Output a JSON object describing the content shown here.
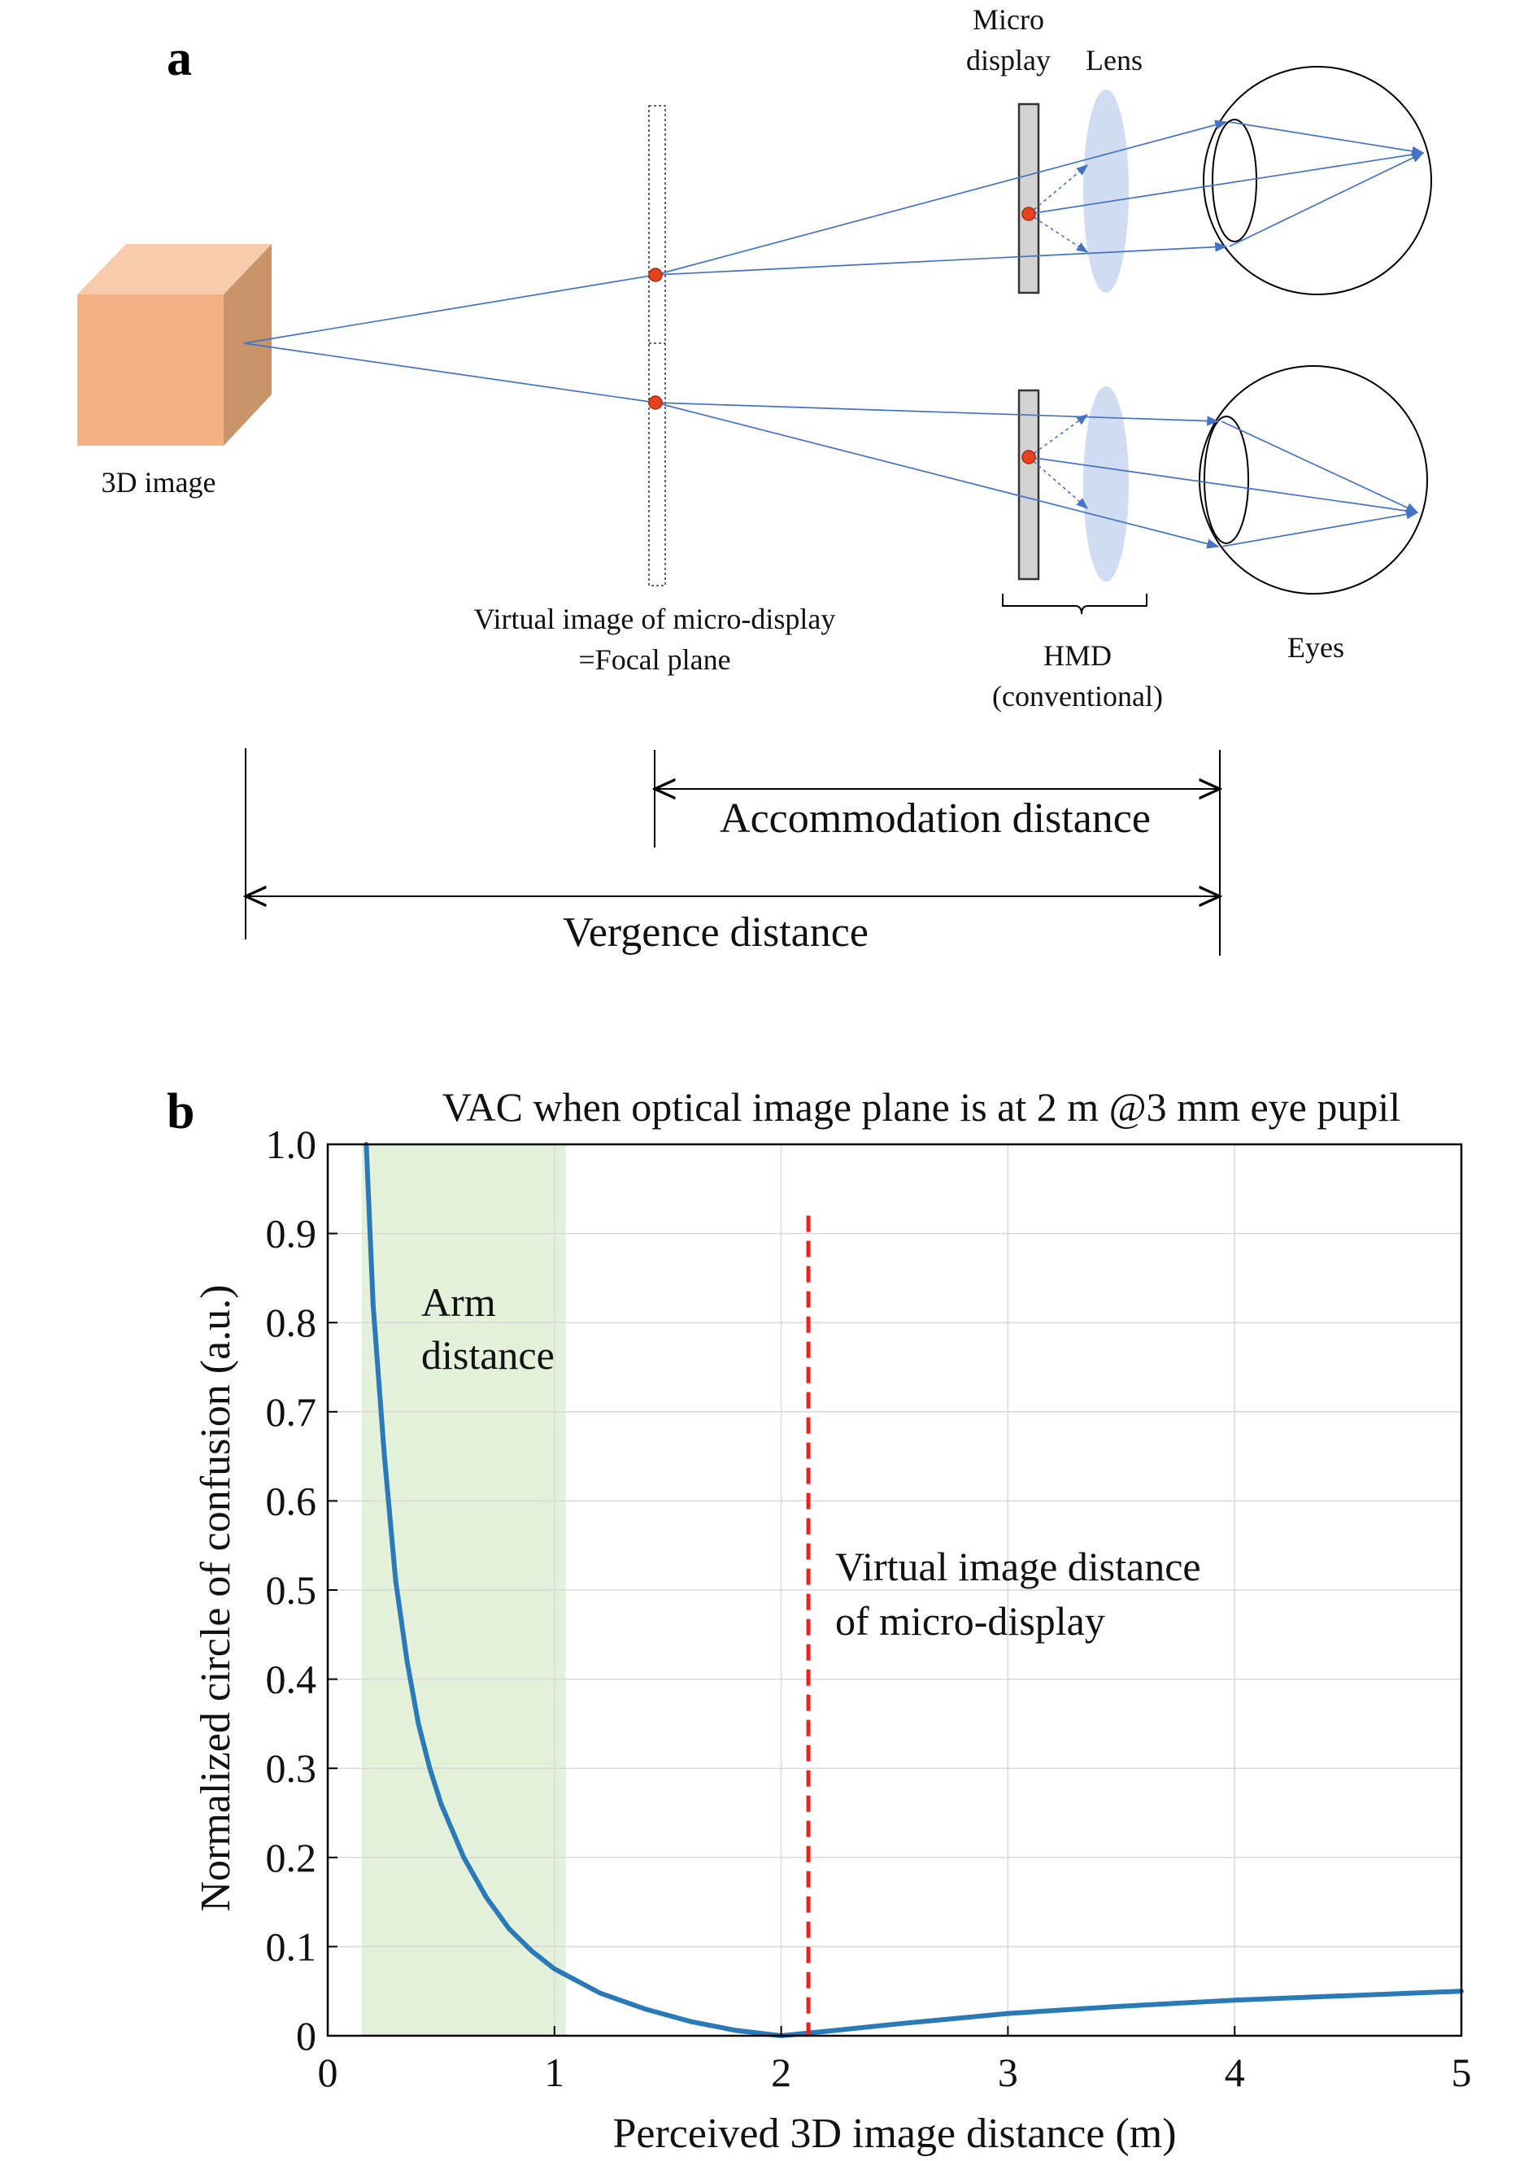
{
  "panel_a": {
    "letter": "a",
    "micro_display_label_1": "Micro",
    "micro_display_label_2": "display",
    "lens_label": "Lens",
    "image_label": "3D image",
    "virtual_image_label_1": "Virtual image of micro-display",
    "virtual_image_label_2": "=Focal plane",
    "hmd_label_1": "HMD",
    "hmd_label_2": "(conventional)",
    "eyes_label": "Eyes",
    "accommodation_label": "Accommodation distance",
    "vergence_label": "Vergence distance",
    "colors": {
      "cube_front": "#f4b183",
      "cube_top": "#f8cbad",
      "cube_side": "#c9946a",
      "ray": "#4472c4",
      "lens": "#c7d6ee",
      "focus_point": "#e8411e"
    }
  },
  "panel_b": {
    "letter": "b",
    "title": "VAC when optical image plane is at 2 m @3 mm eye pupil",
    "arm_label_1": "Arm",
    "arm_label_2": "distance",
    "virtual_label_1": "Virtual image distance",
    "virtual_label_2": "of micro-display",
    "colors": {
      "curve": "#2a7ab8",
      "shade": "#e3f0da",
      "marker_line": "#e8231e",
      "grid": "#d8d8d8"
    }
  },
  "chart_data": {
    "type": "line",
    "title": "VAC when optical image plane is at 2 m @3 mm eye pupil",
    "xlabel": "Perceived 3D image distance (m)",
    "ylabel": "Normalized circle of confusion (a.u.)",
    "xlim": [
      0,
      5
    ],
    "ylim": [
      0,
      1.0
    ],
    "xticks": [
      "0",
      "1",
      "2",
      "3",
      "4",
      "5"
    ],
    "yticks": [
      "0",
      "0.1",
      "0.2",
      "0.3",
      "0.4",
      "0.5",
      "0.6",
      "0.7",
      "0.8",
      "0.9",
      "1.0"
    ],
    "grid": true,
    "x": [
      0.17,
      0.2,
      0.25,
      0.3,
      0.35,
      0.4,
      0.45,
      0.5,
      0.6,
      0.7,
      0.8,
      0.9,
      1.0,
      1.2,
      1.4,
      1.6,
      1.8,
      2.0,
      2.2,
      2.5,
      3.0,
      3.5,
      4.0,
      4.5,
      5.0
    ],
    "y": [
      1.0,
      0.82,
      0.65,
      0.51,
      0.42,
      0.35,
      0.3,
      0.26,
      0.2,
      0.155,
      0.12,
      0.095,
      0.075,
      0.048,
      0.03,
      0.016,
      0.006,
      0.0,
      0.005,
      0.013,
      0.025,
      0.033,
      0.04,
      0.045,
      0.05
    ],
    "shaded_region": {
      "x": [
        0.15,
        1.05
      ]
    },
    "vertical_marker": {
      "x": 2.12,
      "y_top": 0.92
    }
  }
}
